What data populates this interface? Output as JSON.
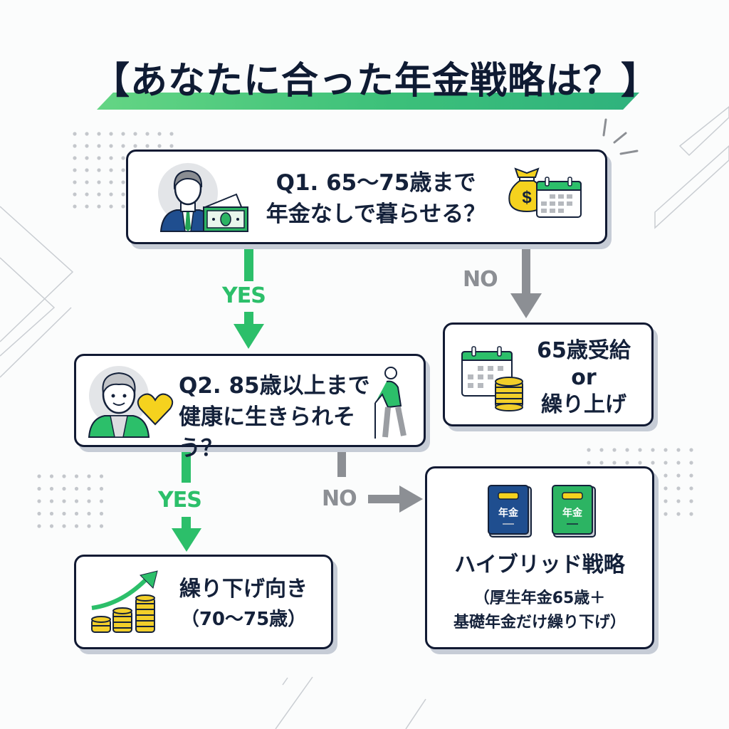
{
  "title": "【あなたに合った年金戦略は？】",
  "colors": {
    "yes_green": "#2cbf6a",
    "no_gray": "#8c8f94",
    "box_border": "#111a33",
    "title_bar": "#3cc07a"
  },
  "flow": {
    "q1": {
      "line1": "Q1. 65〜75歳まで",
      "line2": "年金なしで暮らせる？",
      "icons": [
        "businessman-icon",
        "banknote-icon",
        "money-bag-icon",
        "calendar-icon"
      ]
    },
    "q1_yes_label": "YES",
    "q1_no_label": "NO",
    "result_65": {
      "line1": "65歳受給",
      "line2": "or",
      "line3": "繰り上げ",
      "icons": [
        "calendar-icon",
        "coin-stack-icon"
      ]
    },
    "q2": {
      "line1": "Q2. 85歳以上まで",
      "line2": "健康に生きられそう？",
      "icons": [
        "elderly-person-icon",
        "heart-icon",
        "walking-elder-icon"
      ]
    },
    "q2_yes_label": "YES",
    "q2_no_label": "NO",
    "result_late": {
      "line1": "繰り下げ向き",
      "line2": "（70〜75歳）",
      "icons": [
        "growth-arrow-icon",
        "coin-stacks-icon"
      ]
    },
    "result_hybrid": {
      "line1": "ハイブリッド戦略",
      "line2": "（厚生年金65歳＋",
      "line3": "基礎年金だけ繰り下げ）",
      "book_label_1": "年金",
      "book_label_2": "年金",
      "icons": [
        "pension-book-blue-icon",
        "pension-book-green-icon"
      ]
    }
  }
}
